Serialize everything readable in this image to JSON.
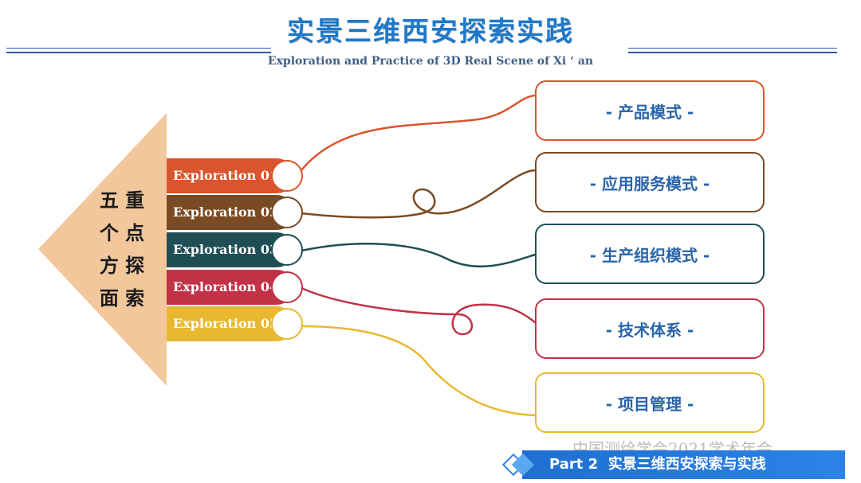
{
  "title": "实景三维西安探索实践",
  "subtitle": "Exploration and Practice of 3D Real Scene of Xi ‘ an",
  "arrow": {
    "line1": "五 重",
    "line2": "个 点",
    "line3": "方 探",
    "line4": "面 索"
  },
  "explorations": [
    {
      "label": "Exploration 01",
      "color": "#d9552e"
    },
    {
      "label": "Exploration 02",
      "color": "#7a4a22"
    },
    {
      "label": "Exploration 03",
      "color": "#1f4f55"
    },
    {
      "label": "Exploration 04",
      "color": "#c23247"
    },
    {
      "label": "Exploration 05",
      "color": "#e8b830"
    }
  ],
  "boxes": [
    {
      "label": "- 产品模式 -",
      "color": "#d9552e"
    },
    {
      "label": "- 应用服务模式 -",
      "color": "#7a4a22"
    },
    {
      "label": "- 生产组织模式 -",
      "color": "#1f4f55"
    },
    {
      "label": "- 技术体系 -",
      "color": "#c23247"
    },
    {
      "label": "- 项目管理 -",
      "color": "#e8b830"
    }
  ],
  "colors": {
    "arrow": "#f2c79c",
    "title": "#1e78c8",
    "footer": "#1f6fd0"
  },
  "watermark": "中国测绘学会2021学术年会",
  "footer": {
    "part": "Part 2",
    "title": "实景三维西安探索与实践"
  }
}
